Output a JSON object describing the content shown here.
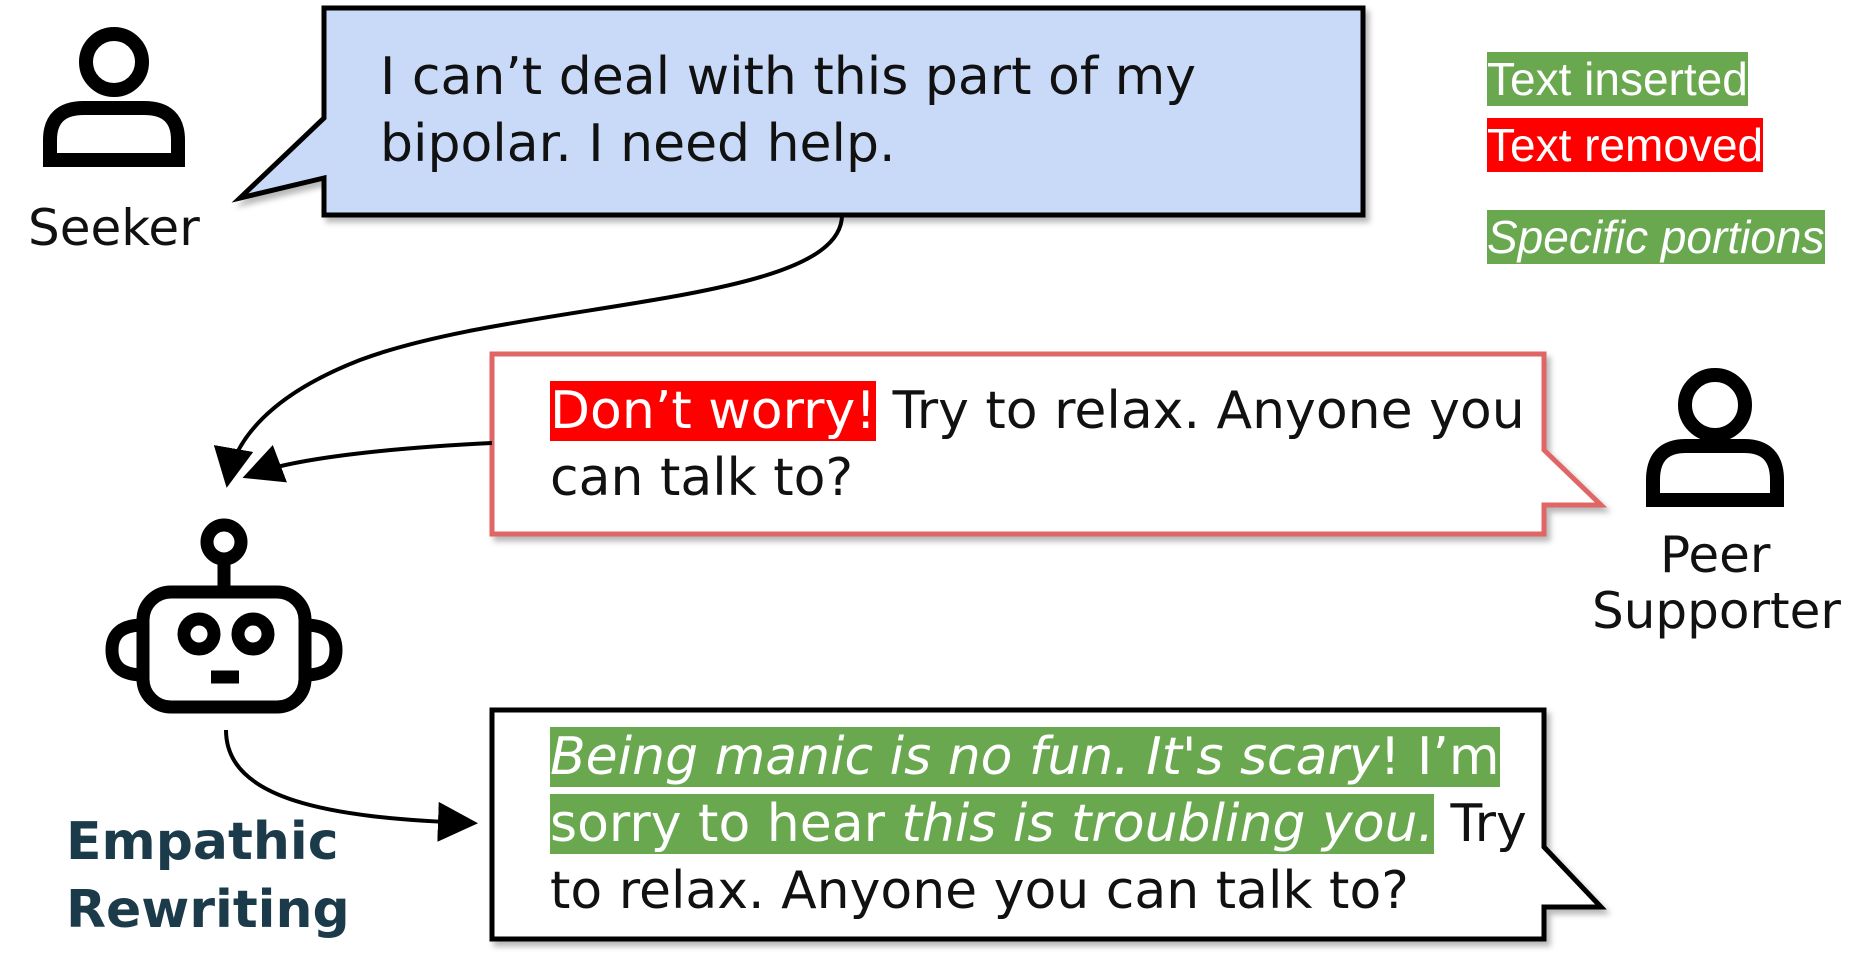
{
  "seeker": {
    "label": "Seeker",
    "bubble_line1": "I can’t deal with this part of my",
    "bubble_line2": "bipolar. I need help."
  },
  "peer_supporter": {
    "label_line1": "Peer",
    "label_line2": "Supporter",
    "removed_text": "Don’t worry!",
    "rest_line1": " Try to relax. Anyone you",
    "line2": "can talk to?"
  },
  "rewriter": {
    "label_line1": "Empathic",
    "label_line2": "Rewriting",
    "spec1": "Being manic is no fun. It's scary",
    "ins1": "! I’m",
    "ins2": "sorry to hear ",
    "spec2": "this is troubling you.",
    "rest2": " Try",
    "line3": "to relax. Anyone you can talk to?"
  },
  "legend": {
    "inserted": "Text inserted",
    "removed": "Text removed",
    "specific": "Specific portions"
  },
  "colors": {
    "seeker_bubble_fill": "#c9daf8",
    "peer_bubble_border": "#e06666",
    "inserted": "#6aa84f",
    "removed": "#ff0000",
    "title_text": "#1c3b4a"
  }
}
